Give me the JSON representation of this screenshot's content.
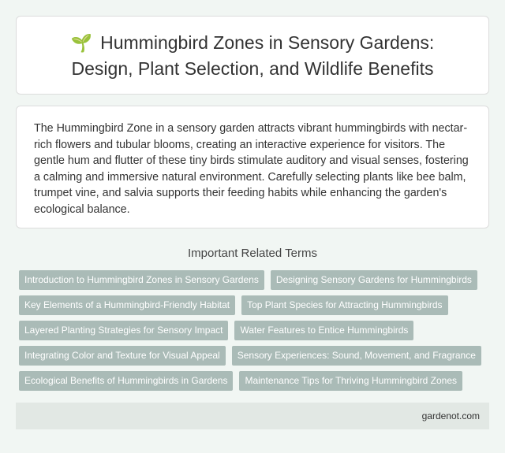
{
  "header": {
    "icon": "seedling-icon",
    "icon_glyph": "🌱",
    "title": "Hummingbird Zones in Sensory Gardens: Design, Plant Selection, and Wildlife Benefits"
  },
  "description": "The Hummingbird Zone in a sensory garden attracts vibrant hummingbirds with nectar-rich flowers and tubular blooms, creating an interactive experience for visitors. The gentle hum and flutter of these tiny birds stimulate auditory and visual senses, fostering a calming and immersive natural environment. Carefully selecting plants like bee balm, trumpet vine, and salvia supports their feeding habits while enhancing the garden's ecological balance.",
  "related": {
    "heading": "Important Related Terms",
    "terms": [
      "Introduction to Hummingbird Zones in Sensory Gardens",
      "Designing Sensory Gardens for Hummingbirds",
      "Key Elements of a Hummingbird-Friendly Habitat",
      "Top Plant Species for Attracting Hummingbirds",
      "Layered Planting Strategies for Sensory Impact",
      "Water Features to Entice Hummingbirds",
      "Integrating Color and Texture for Visual Appeal",
      "Sensory Experiences: Sound, Movement, and Fragrance",
      "Ecological Benefits of Hummingbirds in Gardens",
      "Maintenance Tips for Thriving Hummingbird Zones"
    ]
  },
  "footer": {
    "site": "gardenot.com"
  },
  "colors": {
    "page_background": "#f1f6f3",
    "card_background": "#ffffff",
    "tag_background": "#aabbb7",
    "footer_background": "#e2e8e4"
  }
}
